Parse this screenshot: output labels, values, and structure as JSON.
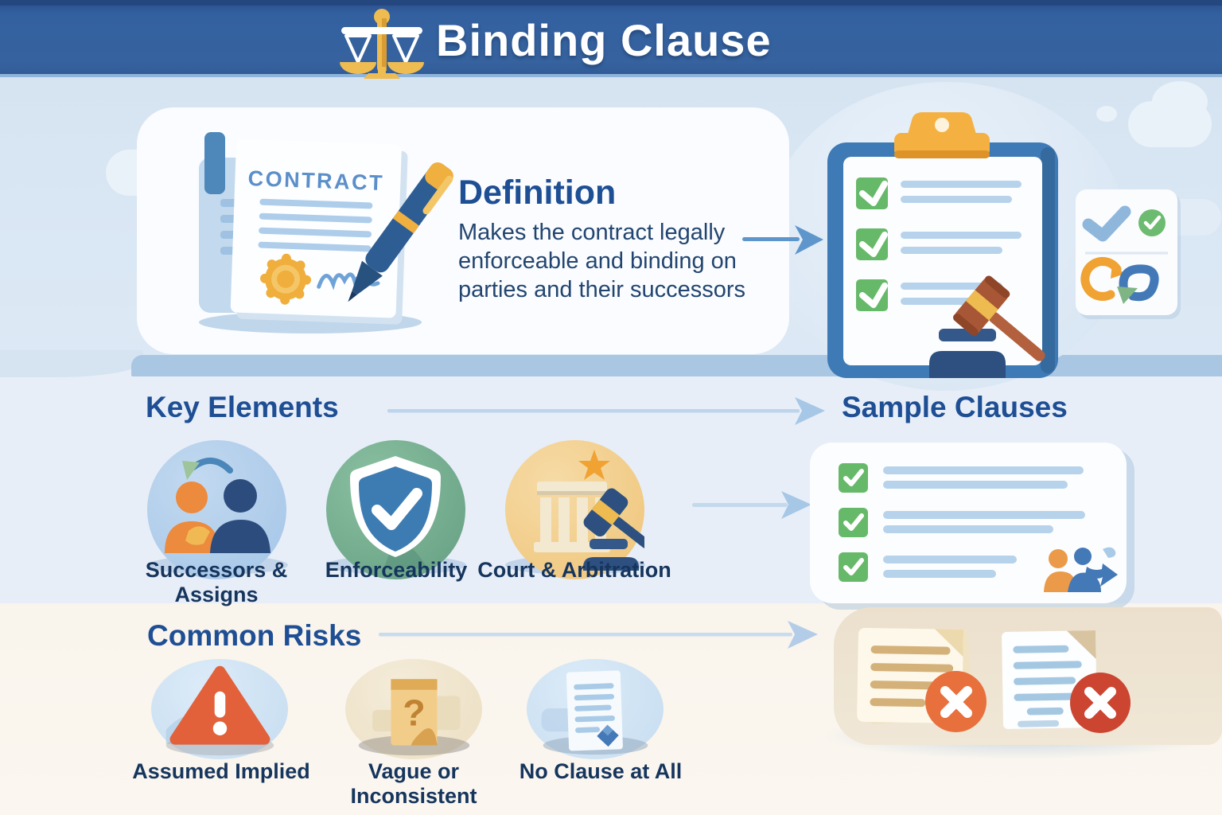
{
  "header": {
    "title": "Binding Clause",
    "icon": "scales-of-justice-icon",
    "bg_color": "#33609f"
  },
  "definition": {
    "heading": "Definition",
    "body": "Makes the contract legally enforceable and binding on parties and their successors",
    "document_label": "CONTRACT"
  },
  "key_elements": {
    "heading": "Key Elements",
    "items": [
      {
        "label": "Successors & Assigns",
        "icon": "successors-transfer-icon",
        "circle_color": "#adcbe9"
      },
      {
        "label": "Enforceability",
        "icon": "shield-check-icon",
        "circle_color": "#74ad8d"
      },
      {
        "label": "Court & Arbitration",
        "icon": "courthouse-gavel-icon",
        "circle_color": "#f2cd8d"
      }
    ]
  },
  "sample_clauses": {
    "heading": "Sample Clauses",
    "checklist_rows": 3,
    "check_color": "#67b96a"
  },
  "common_risks": {
    "heading": "Common Risks",
    "items": [
      {
        "label": "Assumed Implied",
        "icon": "warning-triangle-icon"
      },
      {
        "label": "Vague or Inconsistent",
        "icon": "question-document-icon"
      },
      {
        "label": "No Clause at All",
        "icon": "missing-clause-document-icon"
      }
    ]
  },
  "colors": {
    "header_blue": "#33609f",
    "heading_blue": "#1e4e94",
    "body_text": "#22456f",
    "check_green": "#67b96a",
    "warning_orange": "#e2613b",
    "error_red": "#cb4531",
    "arrow_blue": "#5e96cc",
    "gold": "#f0b03f"
  }
}
